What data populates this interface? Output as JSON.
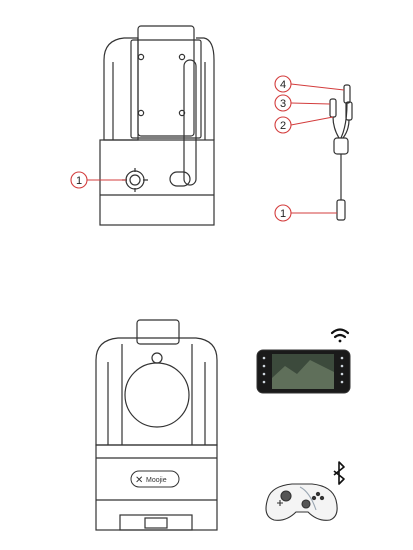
{
  "top_panel": {
    "device_callouts": [
      {
        "number": "1",
        "target": "power-connector"
      }
    ],
    "cable_callouts": [
      {
        "number": "4",
        "target": "cable-connector-4"
      },
      {
        "number": "3",
        "target": "cable-connector-3"
      },
      {
        "number": "2",
        "target": "cable-connector-2"
      },
      {
        "number": "1",
        "target": "cable-connector-1"
      }
    ]
  },
  "bottom_panel": {
    "brand_label": "Moojie",
    "wifi_icon": "wifi-icon",
    "bluetooth_icon": "bluetooth-icon",
    "phone_icon": "phone-icon",
    "gamepad_icon": "gamepad-icon"
  },
  "colors": {
    "line": "#333333",
    "callout_stroke": "#d33c3c",
    "screen": "#111111"
  }
}
